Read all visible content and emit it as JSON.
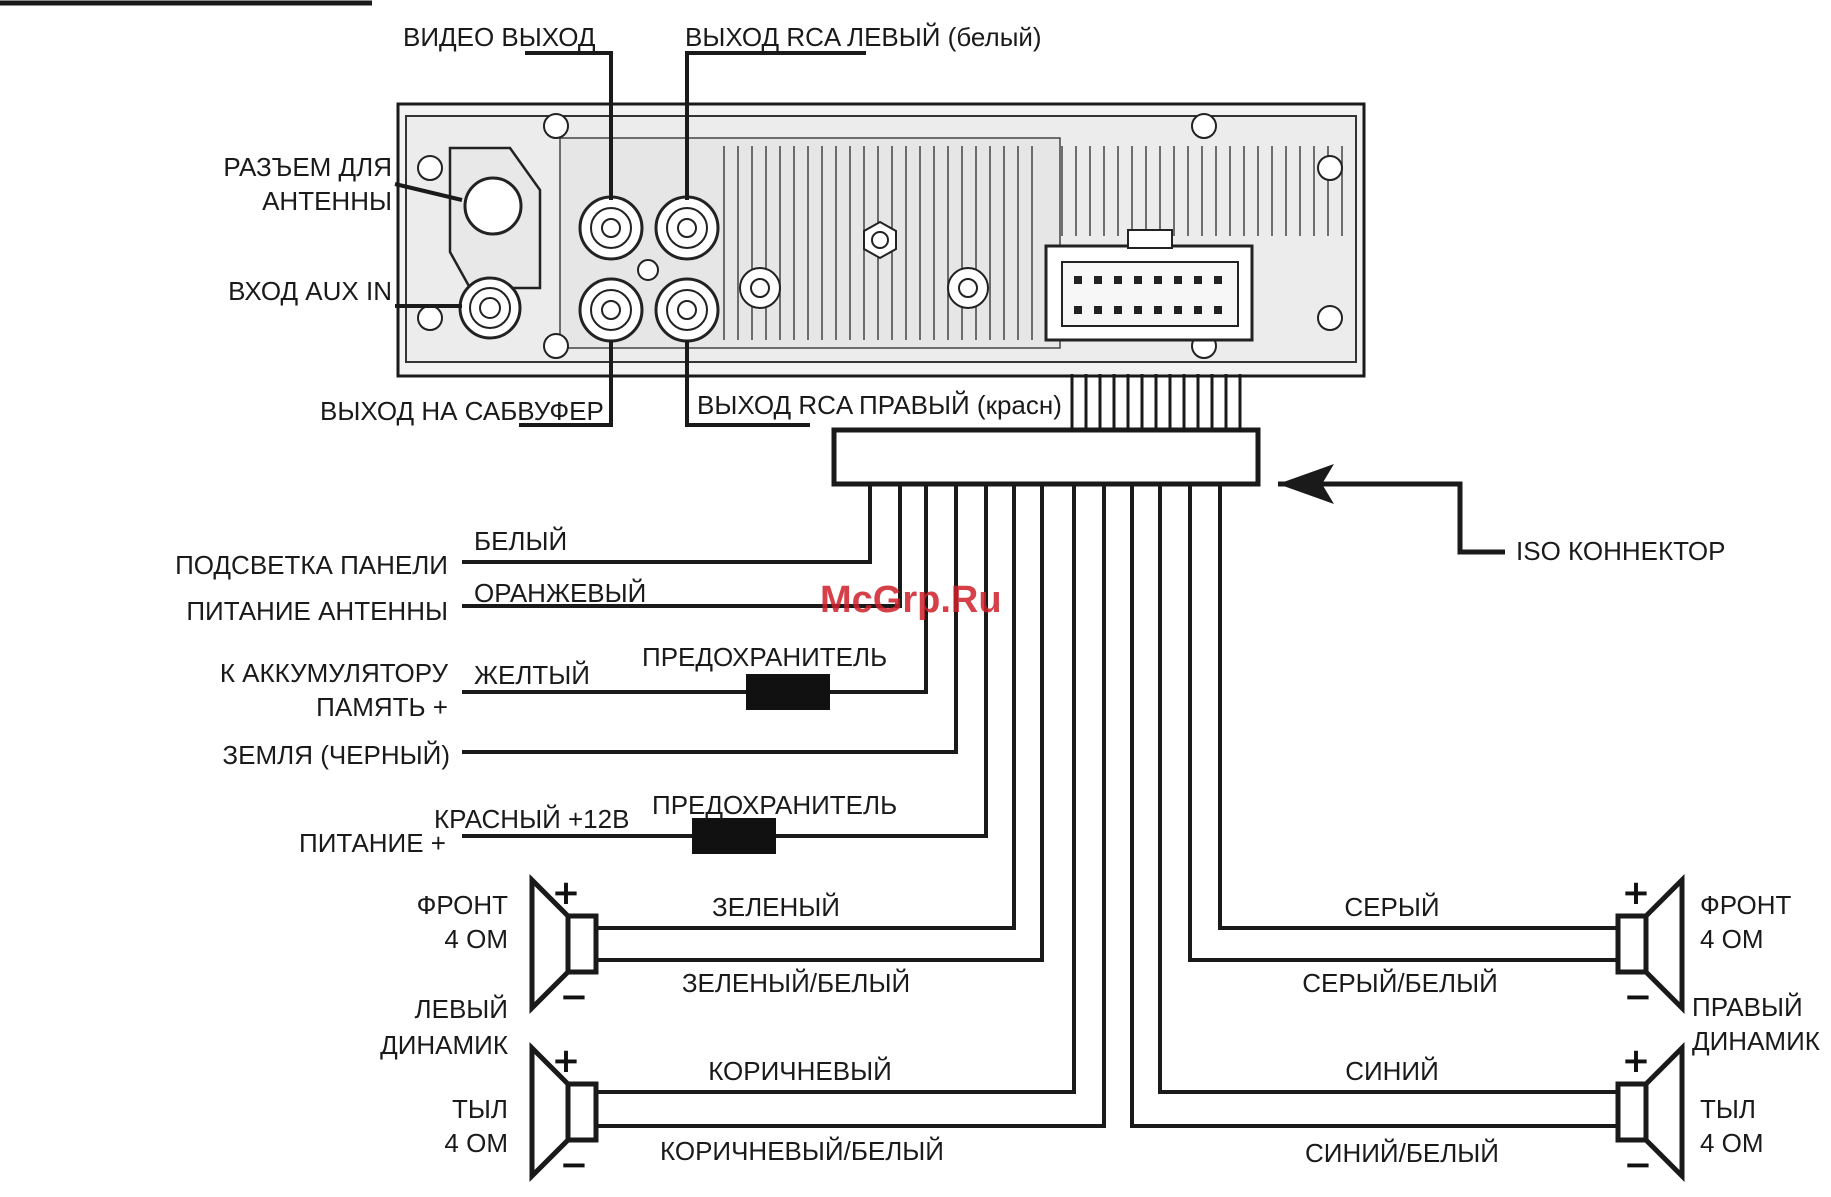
{
  "watermark": "McGrp.Ru",
  "unit_labels": {
    "video_out": "ВИДЕО ВЫХОД",
    "rca_left": "ВЫХОД RCA ЛЕВЫЙ (белый)",
    "antenna_line1": "РАЗЪЕМ ДЛЯ",
    "antenna_line2": "АНТЕННЫ",
    "aux_in": "ВХОД AUX IN",
    "subwoofer": "ВЫХОД НА САБВУФЕР",
    "rca_right": "ВЫХОД RCA ПРАВЫЙ (красн)"
  },
  "iso_connector": "ISO КОННЕКТОР",
  "wires": {
    "panel_light": {
      "label": "ПОДСВЕТКА ПАНЕЛИ",
      "color": "БЕЛЫЙ"
    },
    "antenna_power": {
      "label": "ПИТАНИЕ АНТЕННЫ",
      "color": "ОРАНЖЕВЫЙ"
    },
    "battery": {
      "label_line1": "К АККУМУЛЯТОРУ",
      "label_line2": "ПАМЯТЬ +",
      "color": "ЖЕЛТЫЙ",
      "fuse": "ПРЕДОХРАНИТЕЛЬ"
    },
    "ground": {
      "label": "ЗЕМЛЯ (ЧЕРНЫЙ)"
    },
    "power": {
      "label": "ПИТАНИЕ +",
      "color": "КРАСНЫЙ +12В",
      "fuse": "ПРЕДОХРАНИТЕЛЬ"
    }
  },
  "speakers": {
    "left_front": {
      "line1": "ФРОНТ",
      "line2": "4 ОМ",
      "wire_plus": "ЗЕЛЕНЫЙ",
      "wire_minus": "ЗЕЛЕНЫЙ/БЕЛЫЙ"
    },
    "left_side": {
      "line1": "ЛЕВЫЙ",
      "line2": "ДИНАМИК"
    },
    "left_rear": {
      "line1": "ТЫЛ",
      "line2": "4 ОМ",
      "wire_plus": "КОРИЧНЕВЫЙ",
      "wire_minus": "КОРИЧНЕВЫЙ/БЕЛЫЙ"
    },
    "right_front": {
      "line1": "ФРОНТ",
      "line2": "4 ОМ",
      "wire_plus": "СЕРЫЙ",
      "wire_minus": "СЕРЫЙ/БЕЛЫЙ"
    },
    "right_side": {
      "line1": "ПРАВЫЙ",
      "line2": "ДИНАМИК"
    },
    "right_rear": {
      "line1": "ТЫЛ",
      "line2": "4 ОМ",
      "wire_plus": "СИНИЙ",
      "wire_minus": "СИНИЙ/БЕЛЫЙ"
    }
  },
  "polarity": {
    "plus": "+",
    "minus": "−"
  },
  "colors": {
    "line": "#1a1a1a",
    "unit_fill": "#f4f4f4",
    "watermark": "#d0202a"
  }
}
